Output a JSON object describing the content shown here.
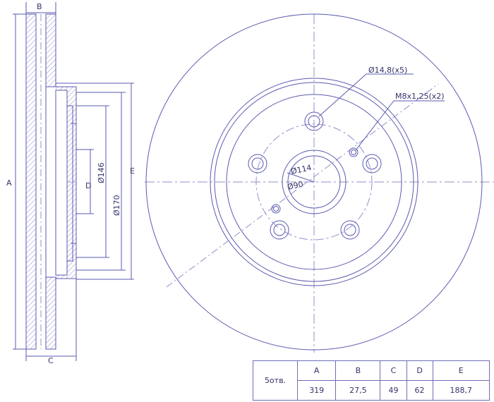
{
  "colors": {
    "line": "#5a5ab0",
    "text": "#33336a",
    "hatch": "#8a8acc",
    "center": "#9090cc"
  },
  "side_view": {
    "dim_labels": {
      "a": "A",
      "b": "B",
      "c": "C",
      "d": "D",
      "e": "E",
      "d146": "Ø146",
      "d170": "Ø170"
    }
  },
  "front_view": {
    "callouts": {
      "holes": "Ø14,8(x5)",
      "threads": "M8x1,25(x2)",
      "pcd": "Ø114",
      "bore": "Ø90"
    }
  },
  "table": {
    "row_label": "5отв.",
    "headers": [
      "A",
      "B",
      "C",
      "D",
      "E"
    ],
    "values": [
      "319",
      "27,5",
      "49",
      "62",
      "188,7"
    ]
  }
}
